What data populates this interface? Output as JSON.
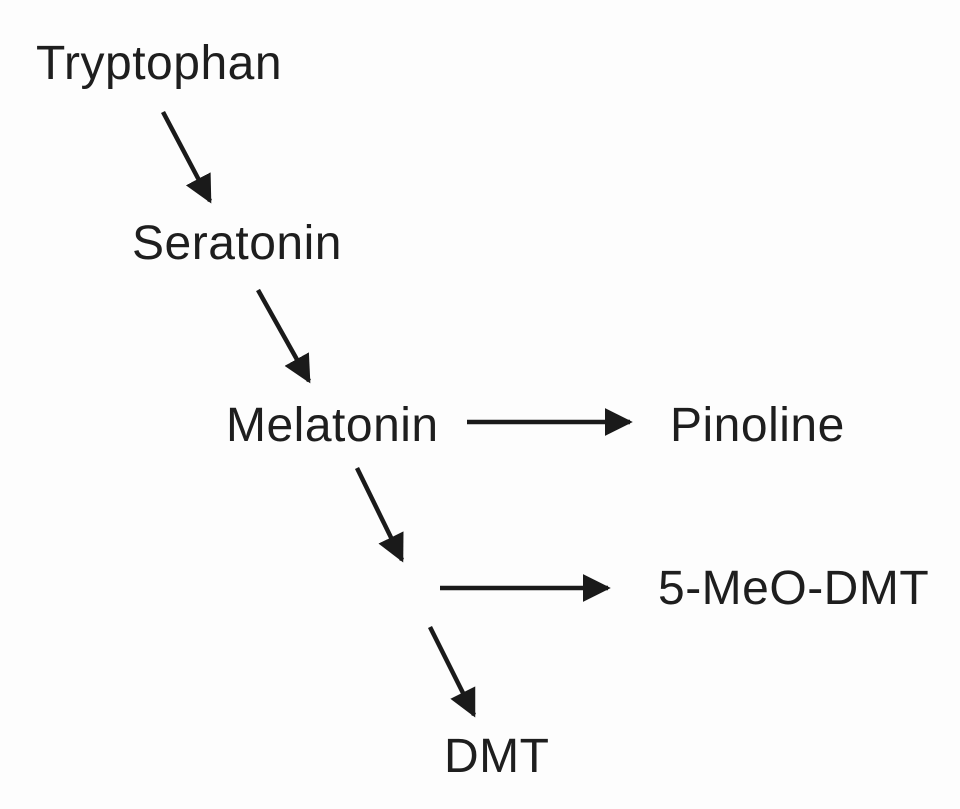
{
  "diagram": {
    "description": "Biochemical pathway diagram",
    "nodes": {
      "tryptophan": {
        "label": "Tryptophan"
      },
      "seratonin": {
        "label": "Seratonin"
      },
      "melatonin": {
        "label": "Melatonin"
      },
      "pinoline": {
        "label": "Pinoline"
      },
      "five_meo_dmt": {
        "label": "5-MeO-DMT"
      },
      "dmt": {
        "label": "DMT"
      }
    },
    "edges": [
      {
        "from": "Tryptophan",
        "to": "Seratonin",
        "style": "diagonal-arrow"
      },
      {
        "from": "Seratonin",
        "to": "Melatonin",
        "style": "diagonal-arrow"
      },
      {
        "from": "Melatonin",
        "to": "Pinoline",
        "style": "horizontal-arrow"
      },
      {
        "from": "Melatonin",
        "to": "5-MeO-DMT",
        "style": "diagonal-then-horizontal-arrow"
      },
      {
        "from": "Melatonin",
        "to": "DMT",
        "style": "diagonal-arrow"
      }
    ],
    "colors": {
      "text": "#1e1e1e",
      "arrow": "#1a1a1a",
      "background": "#fdfdfd"
    }
  }
}
